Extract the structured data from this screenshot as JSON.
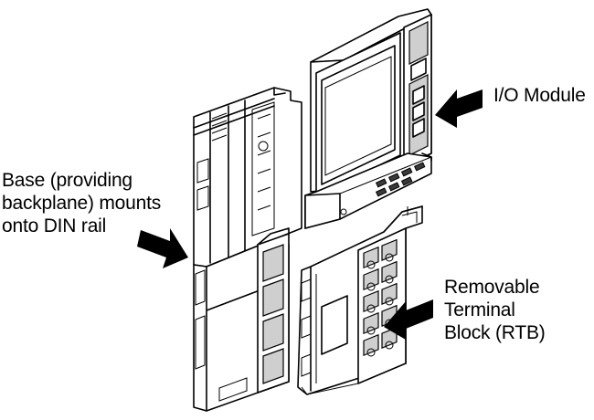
{
  "labels": {
    "io_module": [
      "I/O Module"
    ],
    "base": [
      "Base (providing",
      "backplane) mounts",
      "onto DIN rail"
    ],
    "rtb": [
      "Removable",
      "Terminal",
      "Block (RTB)"
    ]
  },
  "colors": {
    "line": "#000000",
    "shade": "#cfcfcf",
    "background": "#ffffff"
  }
}
